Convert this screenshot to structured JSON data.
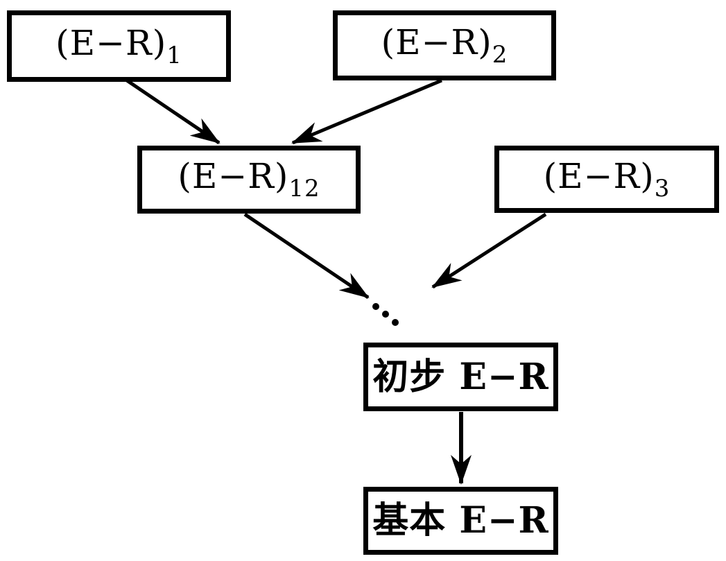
{
  "diagram": {
    "background_color": "#ffffff",
    "line_color": "#000000",
    "nodes": [
      {
        "id": "er1",
        "main": "(E−R)",
        "sub": "1"
      },
      {
        "id": "er2",
        "main": "(E−R)",
        "sub": "2"
      },
      {
        "id": "er12",
        "main": "(E−R)",
        "sub": "12"
      },
      {
        "id": "er3",
        "main": "(E−R)",
        "sub": "3"
      },
      {
        "id": "preliminary-er",
        "label": "初步 E−R"
      },
      {
        "id": "basic-er",
        "label": "基本 E−R"
      }
    ],
    "edges": [
      {
        "from": "er1",
        "to": "er12"
      },
      {
        "from": "er2",
        "to": "er12"
      },
      {
        "from": "er12",
        "to": "ellipsis"
      },
      {
        "from": "er3",
        "to": "ellipsis"
      },
      {
        "from": "preliminary-er",
        "to": "basic-er"
      }
    ],
    "ellipsis_dot_count": 3
  }
}
